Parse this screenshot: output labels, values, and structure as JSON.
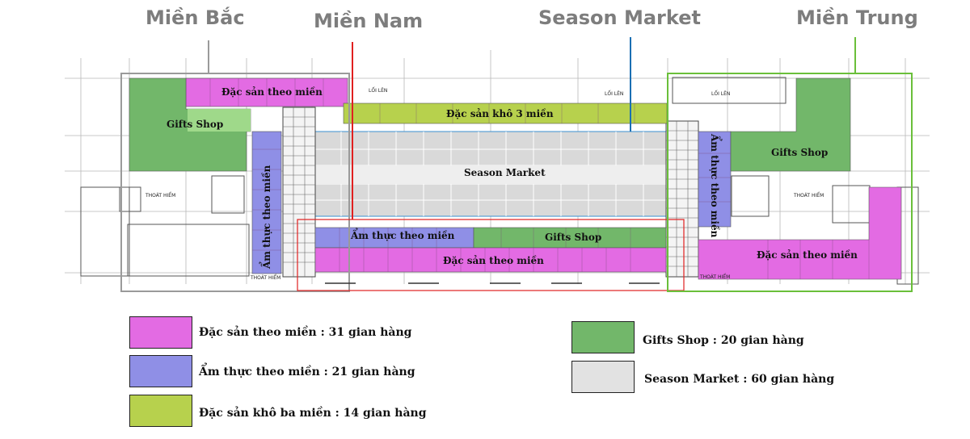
{
  "regions": {
    "north": "Miền Bắc",
    "south": "Miền Nam",
    "season": "Season Market",
    "central": "Miền Trung"
  },
  "zones": {
    "dac_san_top": "Đặc sản theo miền",
    "dac_san_kho": "Đặc sản khô 3 miền",
    "gifts_left": "Gifts Shop",
    "gifts_right": "Gifts Shop",
    "gifts_bottom": "Gifts Shop",
    "am_thuc_left": "Ẩm thực theo miền",
    "am_thuc_right": "Ẩm thực theo miền",
    "am_thuc_bottom": "Ẩm thực theo miền",
    "season_market": "Season Market",
    "dac_san_bottom": "Đặc sản theo miền",
    "dac_san_right": "Đặc sản theo miền"
  },
  "plan_labels": {
    "loi_len_1": "LỐI LÊN",
    "loi_len_2": "LỐI LÊN",
    "loi_len_3": "LỐI LÊN",
    "thoat_hiem_1": "THOÁT HIỂM",
    "thoat_hiem_2": "THOÁT HIỂM",
    "thoat_hiem_3": "THOÁT HIỂM",
    "thoat_hiem_4": "THOÁT HIỂM"
  },
  "legend": [
    {
      "label": "Đặc sản theo miền : 31 gian hàng",
      "color": "#e36be3"
    },
    {
      "label": "Ẩm thực theo miền : 21 gian hàng",
      "color": "#8f8fe6"
    },
    {
      "label": "Đặc sản khô ba miền : 14 gian hàng",
      "color": "#b7d14d"
    },
    {
      "label": "Gifts Shop : 20 gian hàng",
      "color": "#72b76a"
    },
    {
      "label": "Season Market : 60 gian hàng",
      "color": "#e2e2e2"
    }
  ],
  "colors": {
    "dac_san": "#e36be3",
    "am_thuc": "#8f8fe6",
    "kho": "#b7d14d",
    "gifts": "#72b76a",
    "season": "#d9d9d9",
    "north_outline": "#9a9a9a",
    "south_line": "#e02020",
    "season_line": "#1a6fb3",
    "central_outline": "#6abf3a"
  }
}
